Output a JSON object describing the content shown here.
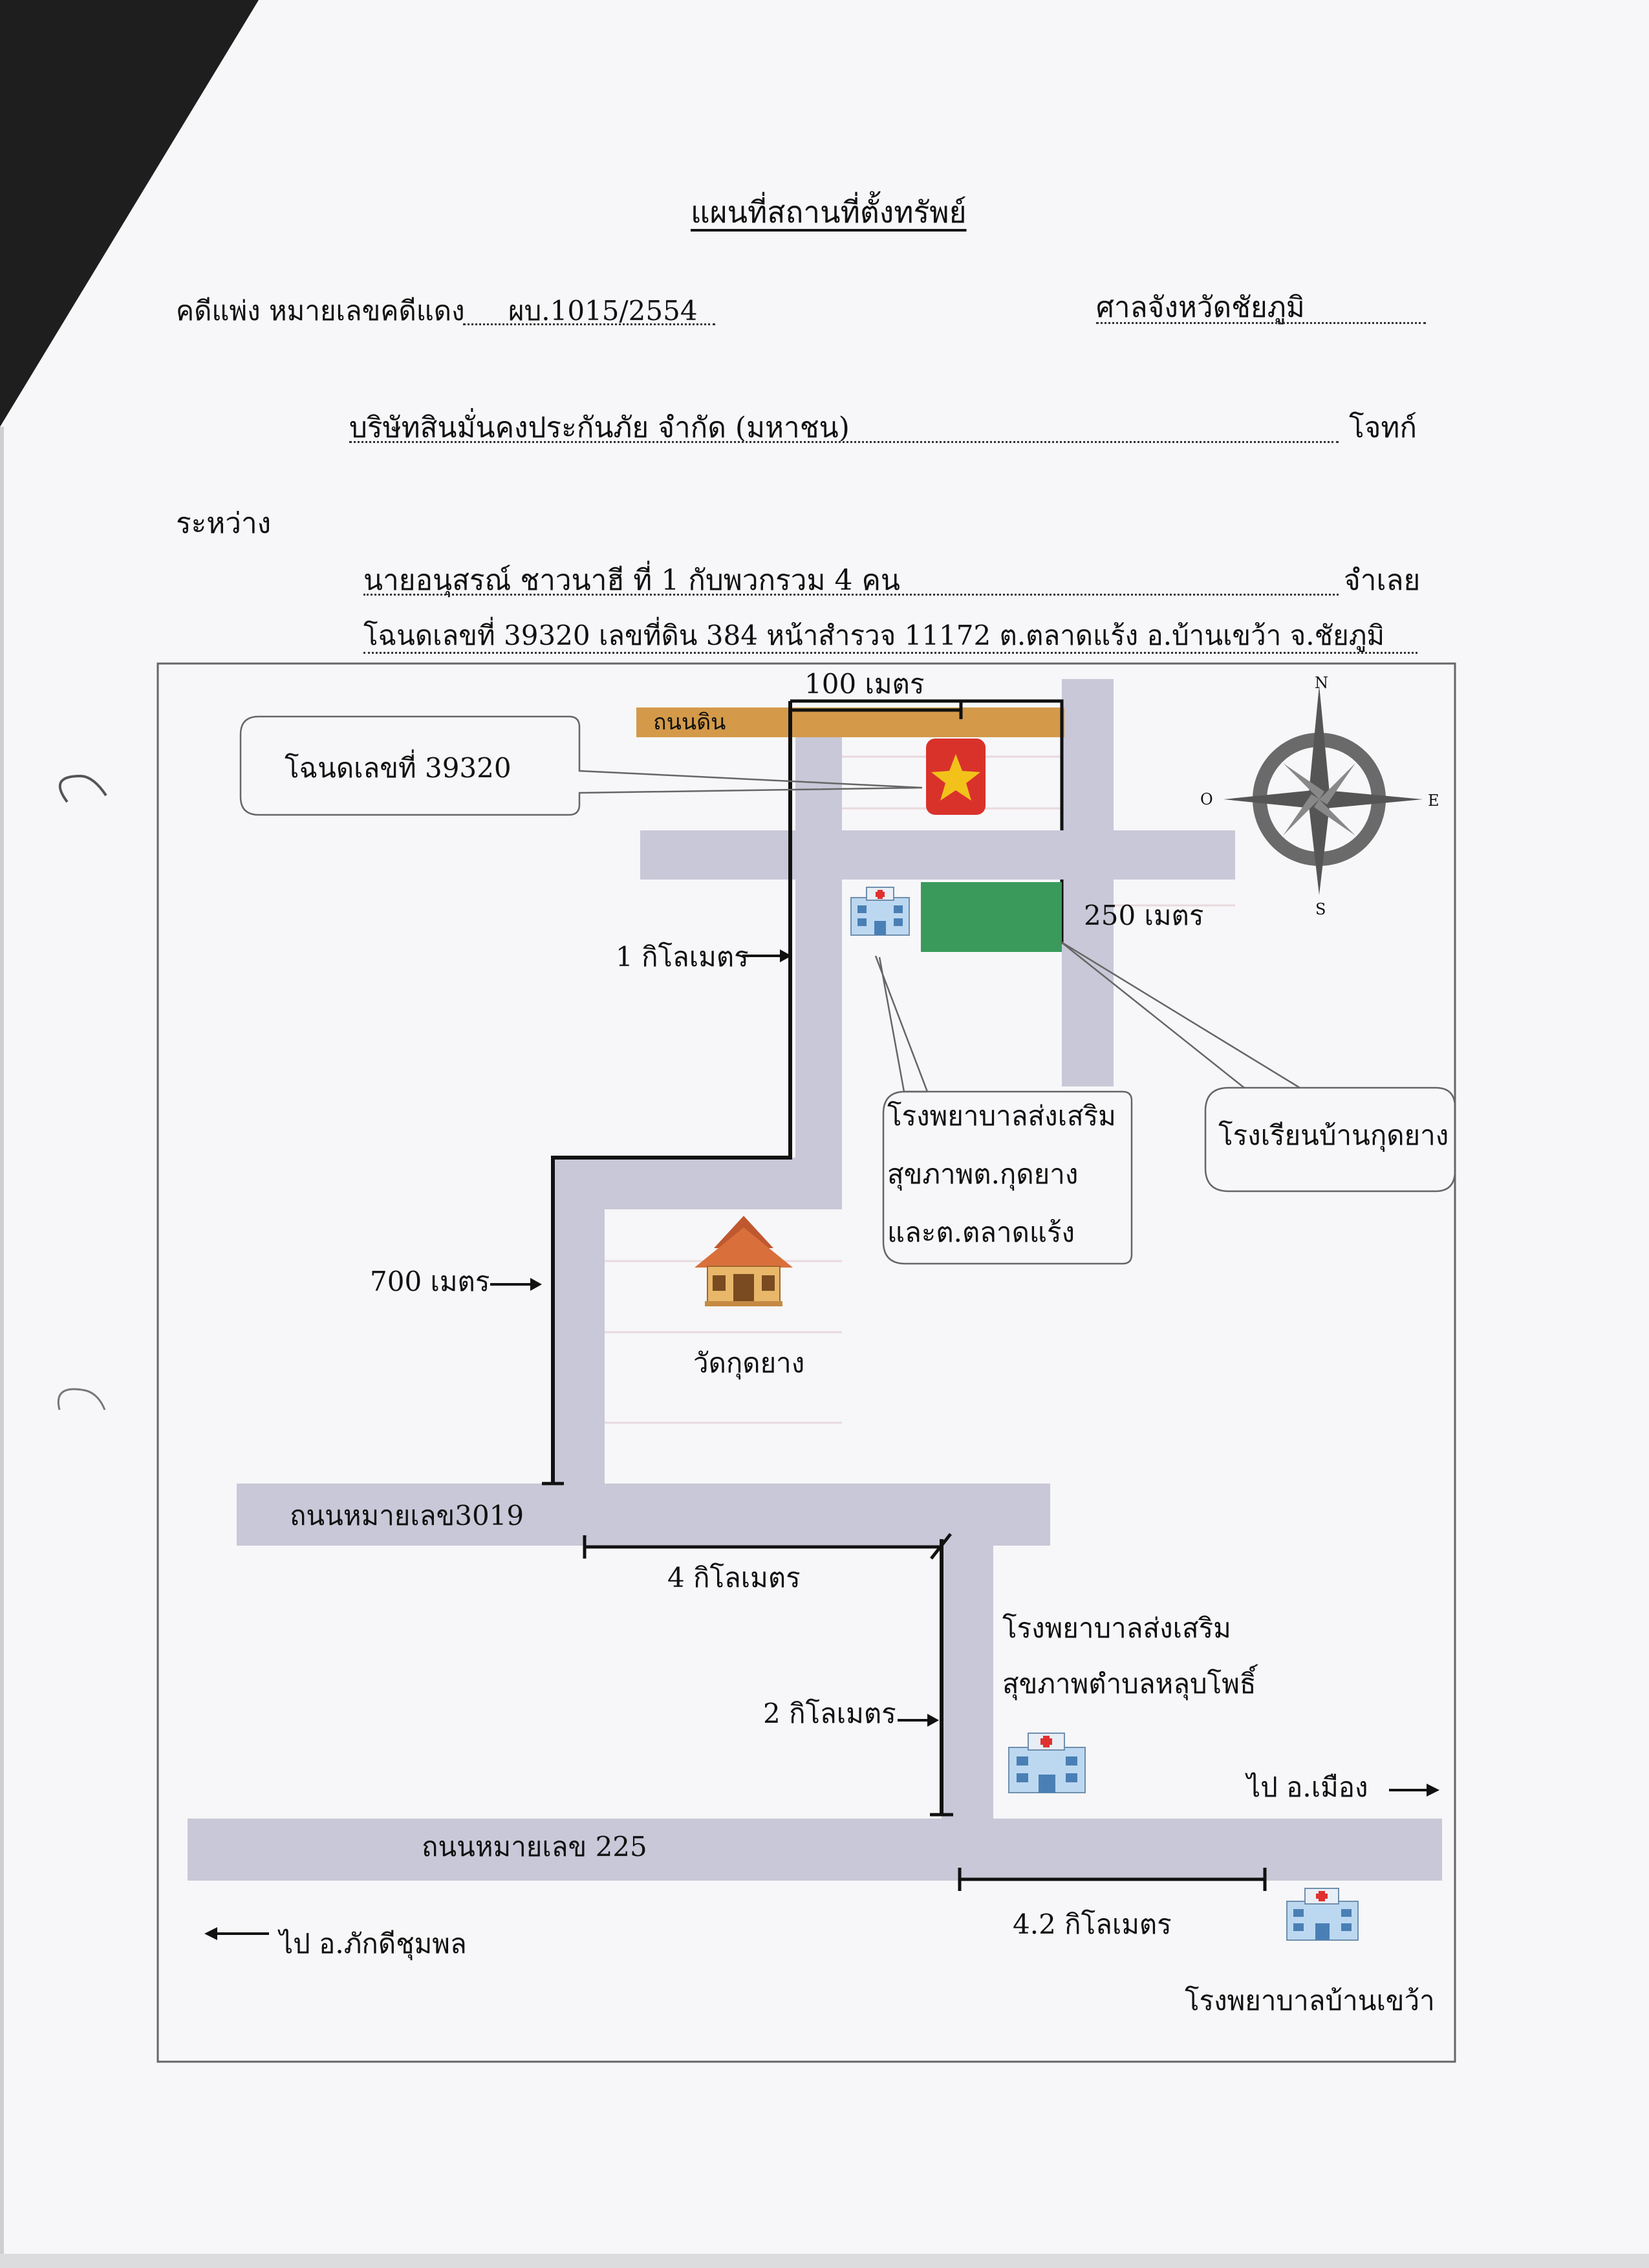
{
  "header": {
    "title": "แผนที่สถานที่ตั้งทรัพย์",
    "case_label": "คดีแพ่ง  หมายเลขคดีแดง",
    "case_number": "ผบ.1015/2554",
    "court": "ศาลจังหวัดชัยภูมิ",
    "plaintiff": "บริษัทสินมั่นคงประกันภัย จำกัด (มหาชน)",
    "plaintiff_role": "โจทก์",
    "between": "ระหว่าง",
    "defendant": "นายอนุสรณ์  ชาวนาฮี ที่ 1 กับพวกรวม 4 คน",
    "defendant_role": "จำเลย",
    "deed_line": "โฉนดเลขที่ 39320 เลขที่ดิน 384 หน้าสำรวจ 11172 ต.ตลาดแร้ง  อ.บ้านเขว้า จ.ชัยภูมิ"
  },
  "map": {
    "dirt_road": "ถนนดิน",
    "deed_callout": "โฉนดเลขที่ 39320",
    "dist_100m": "100 เมตร",
    "dist_250m": "250 เมตร",
    "dist_1km": "1 กิโลเมตร",
    "dist_700m": "700 เมตร",
    "dist_4km": "4 กิโลเมตร",
    "dist_2km": "2 กิโลเมตร",
    "dist_42km": "4.2 กิโลเมตร",
    "hospital_kudyang": [
      "โรงพยาบาลส่งเสริม",
      "สุขภาพต.กุดยาง",
      "และต.ตลาดแร้ง"
    ],
    "school": "โรงเรียนบ้านกุดยาง",
    "temple": "วัดกุดยาง",
    "road_3019": "ถนนหมายเลข3019",
    "road_225": "ถนนหมายเลข 225",
    "hospital_lubpho": [
      "โรงพยาบาลส่งเสริม",
      "สุขภาพตำบลหลุบโพธิ์"
    ],
    "to_mueang": "ไป อ.เมือง",
    "to_phakdi": "ไป อ.ภักดีชุมพล",
    "hospital_bankhwao": "โรงพยาบาลบ้านเขว้า",
    "compass": {
      "n": "N",
      "e": "E",
      "s": "S",
      "w": "O"
    }
  },
  "colors": {
    "road": "#c8c8d8",
    "dirt_road": "#d49a4a",
    "plot": "#3a9a5c",
    "marker": "#d9322b",
    "star": "#f2c21b"
  }
}
